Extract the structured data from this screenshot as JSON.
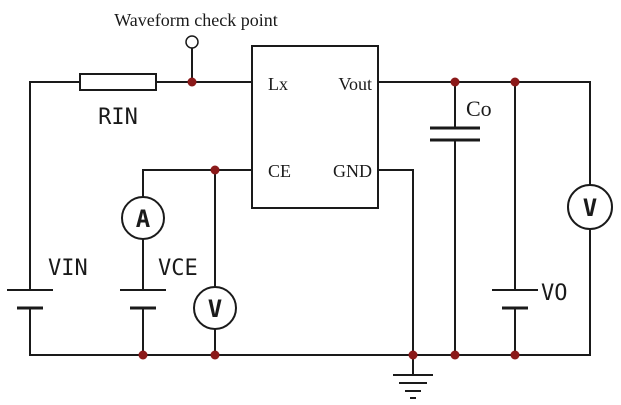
{
  "labels": {
    "checkpoint": "Waveform check point",
    "resistor": "RIN",
    "pin_lx": "Lx",
    "pin_vout": "Vout",
    "pin_ce": "CE",
    "pin_gnd": "GND",
    "capacitor": "Co",
    "vin": "VIN",
    "vce": "VCE",
    "vo": "VO"
  },
  "meters": {
    "ammeter": "A",
    "voltmeter_vce": "V",
    "voltmeter_vout": "V"
  },
  "colors": {
    "wire": "#1a1a1a",
    "node": "#8b1a1a"
  }
}
